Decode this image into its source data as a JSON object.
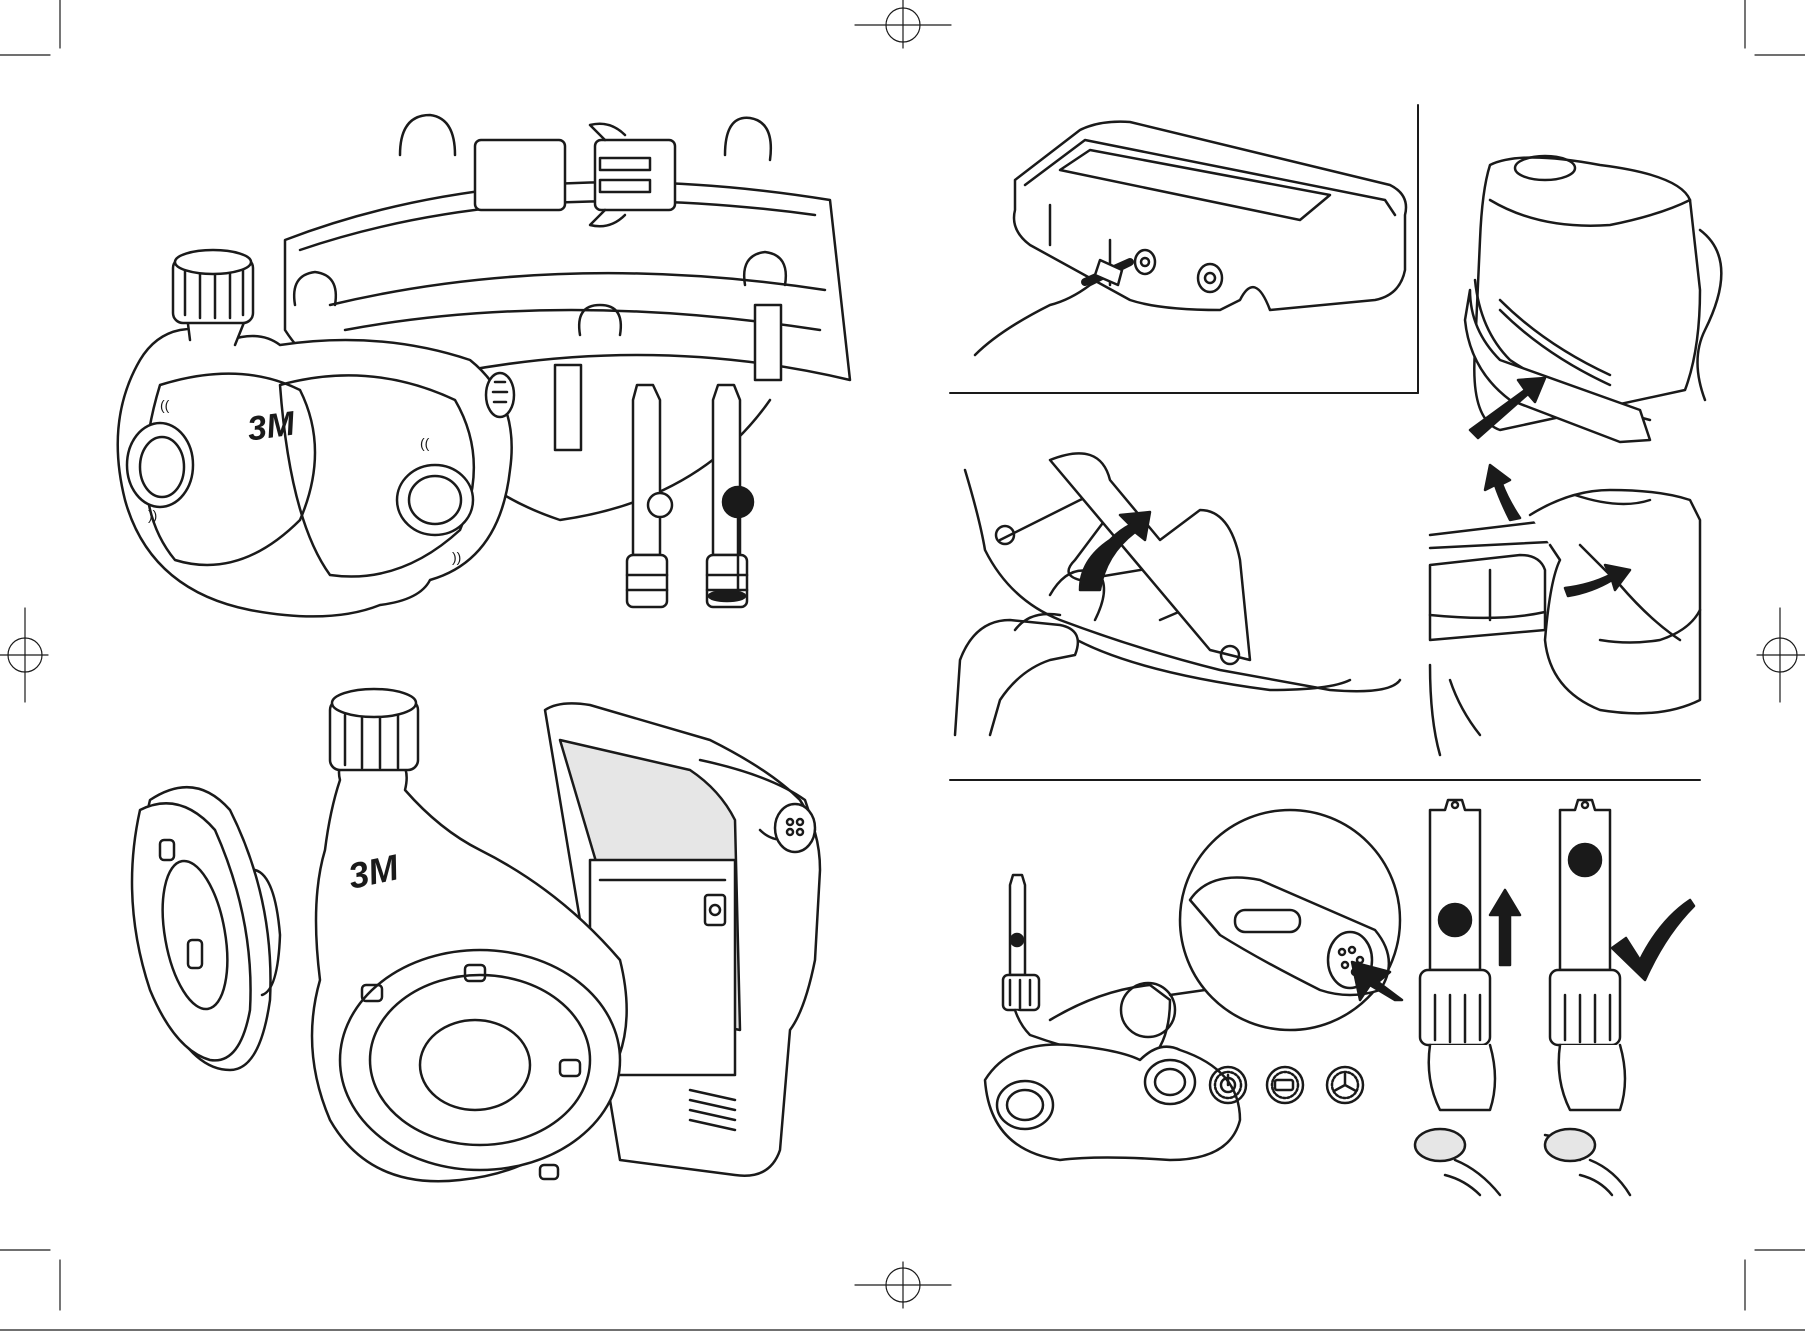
{
  "document": {
    "type": "instruction-manual-spread",
    "colors": {
      "ink": "#1a1a1a",
      "paper": "#ffffff",
      "shade": "#e6e6e6",
      "mid": "#bcbcbc"
    }
  },
  "figures": {
    "unit_with_belt": {
      "brand_logo": "3M",
      "icons": [
        "belt-icon",
        "airflow-indicator-icon"
      ]
    },
    "unit_with_battery": {
      "brand_logo": "3M",
      "icons": [
        "filter-icon",
        "battery-icon"
      ]
    },
    "battery_charging": {
      "icons": [
        "battery-icon",
        "charger-cable-icon"
      ]
    },
    "battery_insert": {
      "icons": [
        "arrow-icon"
      ]
    },
    "filter_release": {
      "icons": [
        "curved-arrow-icon",
        "hand-icon"
      ]
    },
    "battery_release": {
      "icons": [
        "curved-arrow-icon",
        "hand-icon"
      ]
    },
    "airflow_check": {
      "icons": [
        "power-button-icon",
        "battery-level-icon",
        "fan-icon",
        "arrow-up-icon",
        "check-icon"
      ]
    }
  }
}
